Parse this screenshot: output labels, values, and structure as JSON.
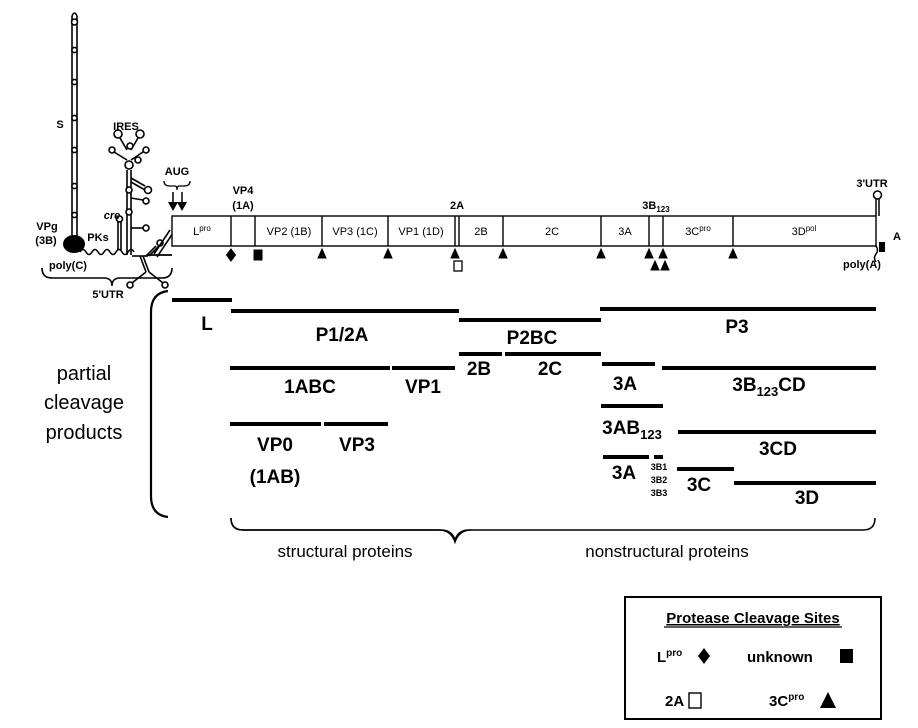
{
  "rna": {
    "five_utr_label": "5'UTR",
    "vpg_label": "VPg",
    "vpg_sub": "(3B)",
    "polyc_label": "poly(C)",
    "s_label": "S",
    "pks_label": "PKs",
    "cre_label": "cre",
    "ires_label": "IRES",
    "aug_label": "AUG",
    "three_utr_label": "3'UTR",
    "polya_label": "poly(A)",
    "a_label": "A"
  },
  "genome": {
    "lpro": "L",
    "lpro_sup": "pro",
    "vp4": "VP4",
    "vp4_sub": "(1A)",
    "vp2": "VP2 (1B)",
    "vp3": "VP3 (1C)",
    "vp1": "VP1 (1D)",
    "twoA": "2A",
    "twoB": "2B",
    "twoC": "2C",
    "threeA": "3A",
    "threeB": "3B",
    "threeB_sub": "123",
    "threeC": "3C",
    "threeC_sup": "pro",
    "threeD": "3D",
    "threeD_sup": "pol"
  },
  "products": {
    "L": "L",
    "P1_2A": "P1/2A",
    "P2BC": "P2BC",
    "P3": "P3",
    "p1ABC": "1ABC",
    "VP1": "VP1",
    "p2B": "2B",
    "p2C": "2C",
    "p3A_top": "3A",
    "p3B123CD": "3B",
    "p3B123CD_sub": "123",
    "p3B123CD_tail": "CD",
    "VP0": "VP0",
    "VP0_sub": "(1AB)",
    "VP3": "VP3",
    "p3AB123": "3AB",
    "p3AB123_sub": "123",
    "p3CD": "3CD",
    "p3A_bottom": "3A",
    "p3B1": "3B1",
    "p3B2": "3B2",
    "p3B3": "3B3",
    "p3C": "3C",
    "p3D": "3D"
  },
  "side_label": [
    "partial",
    "cleavage",
    "products"
  ],
  "categories": {
    "structural": "structural proteins",
    "nonstructural": "nonstructural proteins"
  },
  "legend": {
    "title": "Protease Cleavage Sites",
    "lpro": "L",
    "lpro_sup": "pro",
    "unknown": "unknown",
    "twoA": "2A",
    "threeC": "3C",
    "threeC_sup": "pro"
  }
}
